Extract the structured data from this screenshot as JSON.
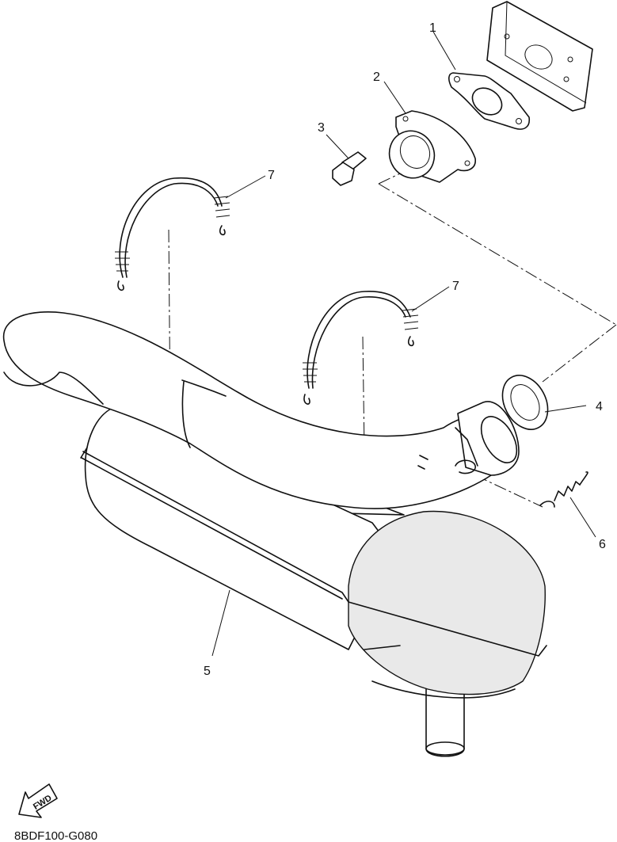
{
  "callouts": {
    "c1": "1",
    "c2": "2",
    "c3": "3",
    "c4": "4",
    "c5": "5",
    "c6": "6",
    "c7a": "7",
    "c7b": "7"
  },
  "forward_label": "FWD",
  "diagram_code": "8BDF100-G080",
  "icons": {
    "forward_arrow": "fwd-arrow-icon"
  }
}
